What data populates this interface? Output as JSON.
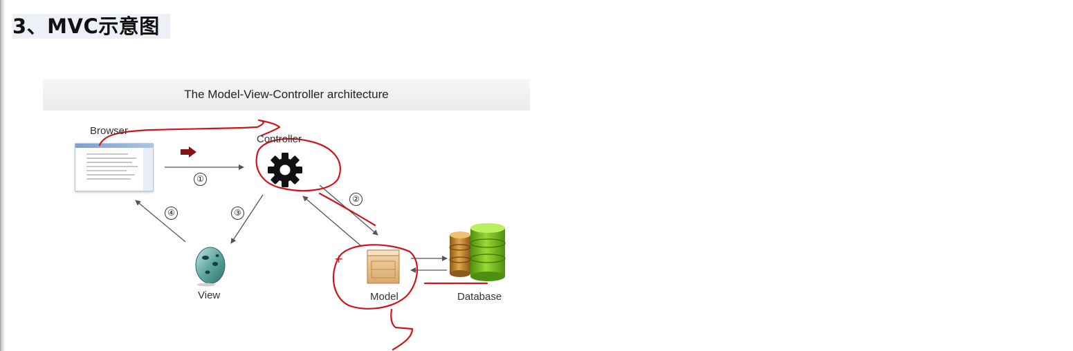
{
  "heading": "3、MVC示意图",
  "diagram": {
    "title": "The Model-View-Controller architecture",
    "labels": {
      "browser": "Browser",
      "controller": "Controller",
      "view": "View",
      "model": "Model",
      "database": "Database"
    },
    "steps": [
      "①",
      "②",
      "③",
      "④"
    ]
  },
  "icons": {
    "controller": "gear-icon",
    "view": "egg-icon",
    "model": "crate-icon",
    "database": "database-stack-icon",
    "browser": "browser-window-icon",
    "request": "right-arrow-icon"
  },
  "colors": {
    "annotation": "#d0121b",
    "arrow": "#555555",
    "request_arrow": "#8b1212",
    "db_green": "#7cc21e",
    "db_orange": "#c8872a"
  },
  "annotation_symbols": {
    "model_mark": "+"
  }
}
